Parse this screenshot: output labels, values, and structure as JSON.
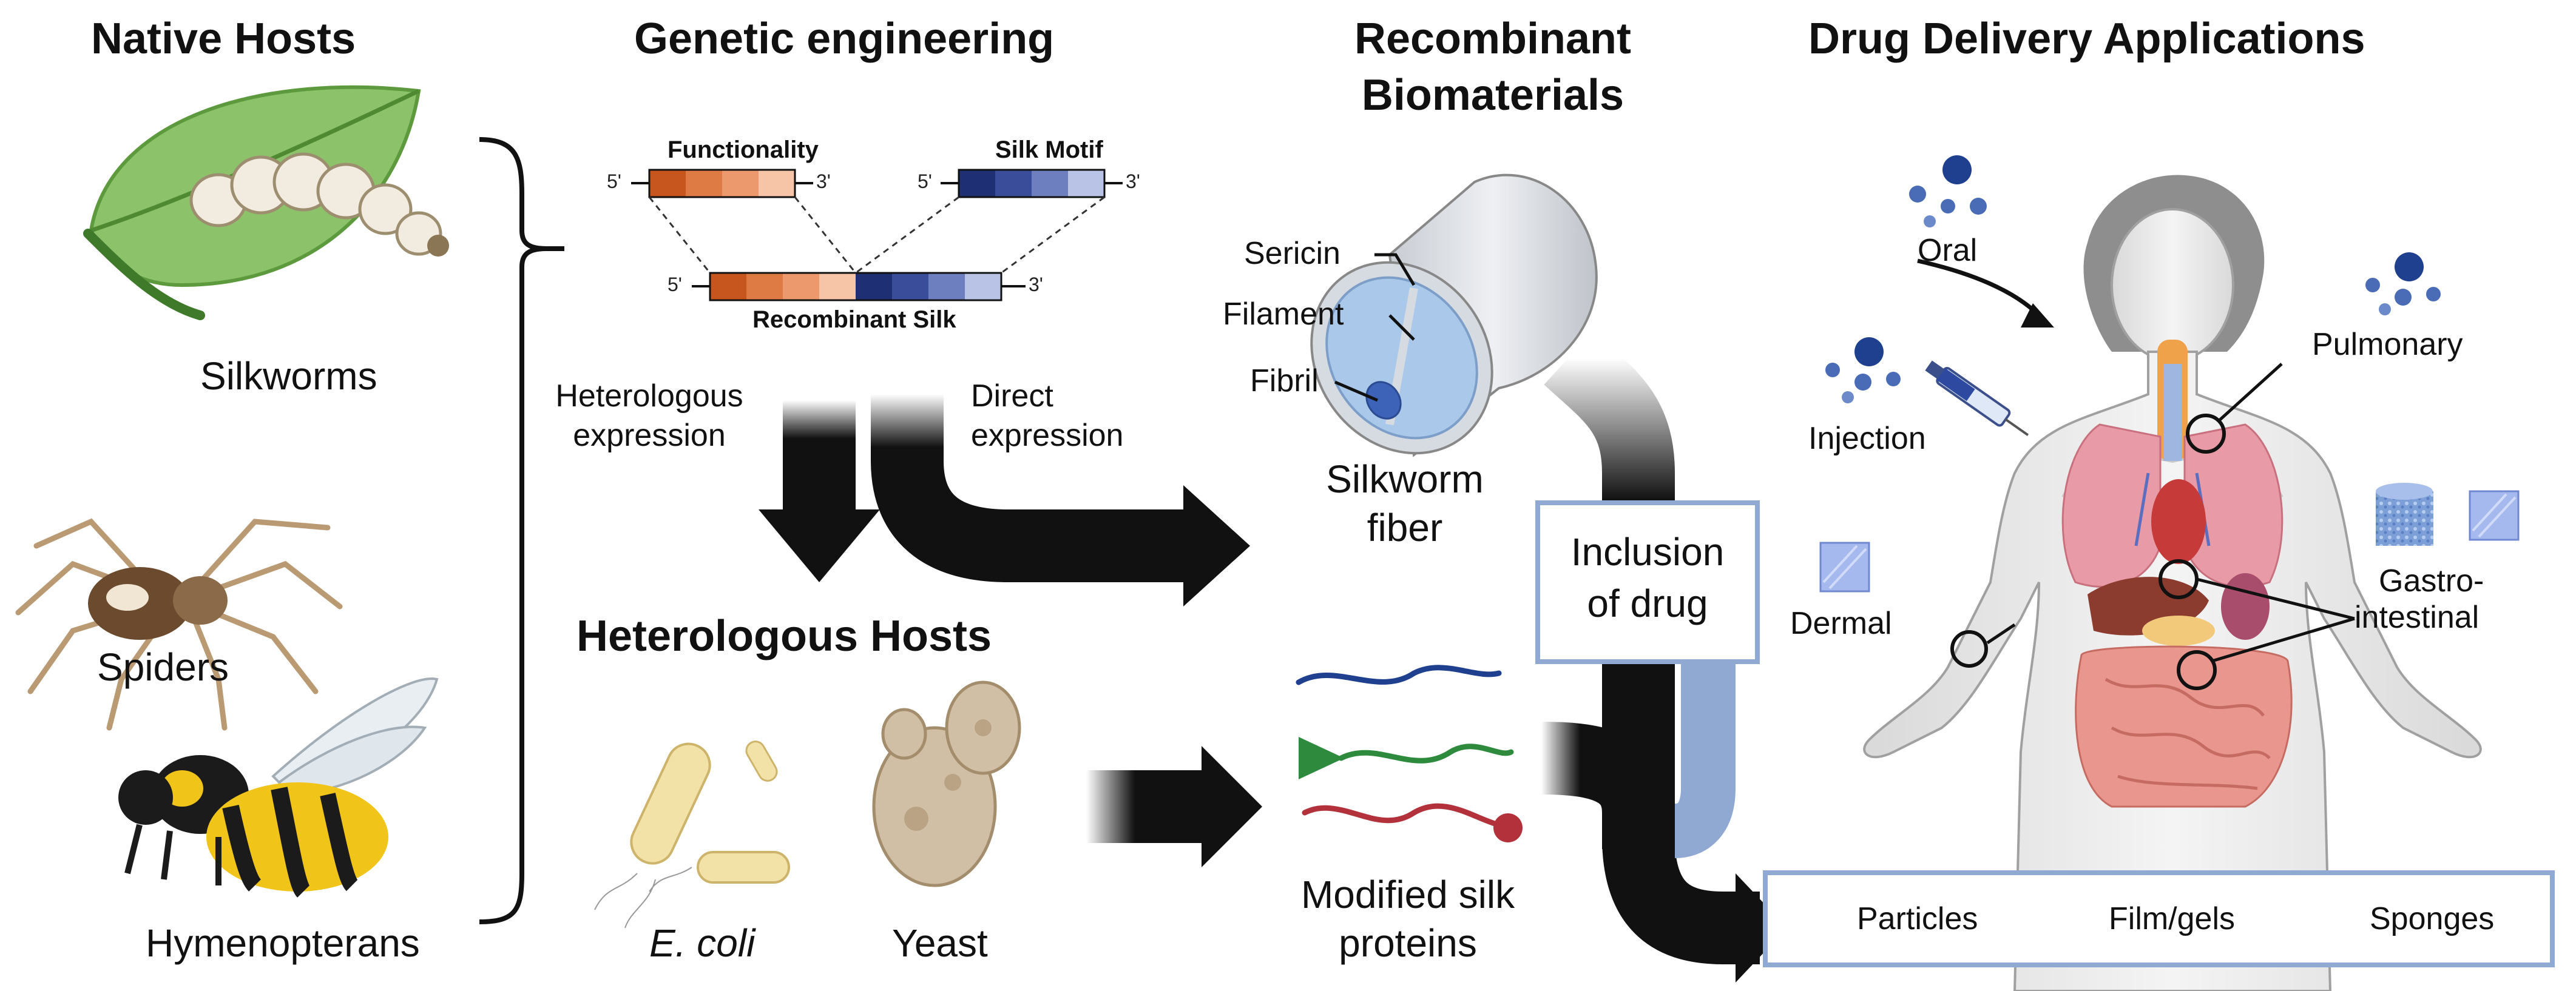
{
  "headers": {
    "native_hosts": "Native Hosts",
    "genetic_engineering": "Genetic engineering",
    "recombinant_line1": "Recombinant",
    "recombinant_line2": "Biomaterials",
    "drug_delivery": "Drug Delivery Applications"
  },
  "native_hosts": {
    "silkworms": "Silkworms",
    "spiders": "Spiders",
    "hymenopterans": "Hymenopterans"
  },
  "genetic": {
    "functionality": "Functionality",
    "silk_motif": "Silk Motif",
    "recombinant_silk": "Recombinant Silk",
    "five_prime": "5'",
    "three_prime": "3'",
    "heterologous_expression_1": "Heterologous",
    "heterologous_expression_2": "expression",
    "direct_expression_1": "Direct",
    "direct_expression_2": "expression",
    "colors": {
      "orange": [
        "#c7561e",
        "#de7b45",
        "#ec9a6d",
        "#f6c4a6"
      ],
      "blue": [
        "#1f2f73",
        "#3a4d9b",
        "#6e7fc0",
        "#b9c3e6"
      ]
    }
  },
  "heterologous_hosts": {
    "title": "Heterologous Hosts",
    "ecoli": "E. coli",
    "yeast": "Yeast"
  },
  "biomaterials": {
    "sericin": "Sericin",
    "filament": "Filament",
    "fibril": "Fibril",
    "fiber_1": "Silkworm",
    "fiber_2": "fiber",
    "inclusion_1": "Inclusion",
    "inclusion_2": "of drug",
    "modified_1": "Modified silk",
    "modified_2": "proteins"
  },
  "applications": {
    "oral": "Oral",
    "pulmonary": "Pulmonary",
    "injection": "Injection",
    "dermal": "Dermal",
    "gastro_1": "Gastro-",
    "gastro_2": "intestinal"
  },
  "legend": {
    "particles": "Particles",
    "film_gels": "Film/gels",
    "sponges": "Sponges"
  }
}
